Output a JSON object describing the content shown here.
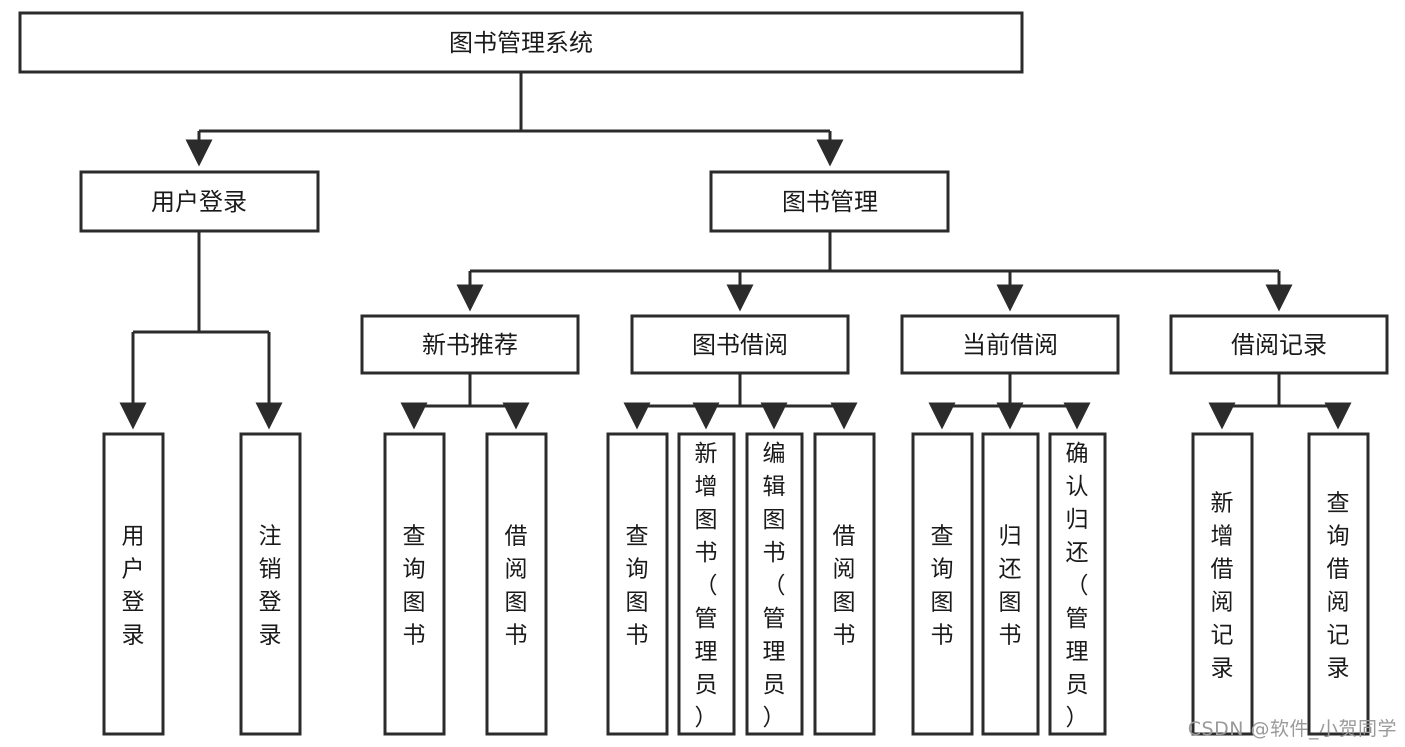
{
  "diagram": {
    "type": "tree-hierarchy",
    "title": "图书管理系统",
    "root": {
      "id": "root",
      "label": "图书管理系统",
      "orientation": "horizontal"
    },
    "level2": [
      {
        "id": "user-login",
        "label": "用户登录",
        "orientation": "horizontal"
      },
      {
        "id": "book-manage",
        "label": "图书管理",
        "orientation": "horizontal"
      }
    ],
    "level3": [
      {
        "id": "new-book-recommend",
        "label": "新书推荐",
        "orientation": "horizontal",
        "parent": "book-manage"
      },
      {
        "id": "book-borrow",
        "label": "图书借阅",
        "orientation": "horizontal",
        "parent": "book-manage"
      },
      {
        "id": "current-borrow",
        "label": "当前借阅",
        "orientation": "horizontal",
        "parent": "book-manage"
      },
      {
        "id": "borrow-record",
        "label": "借阅记录",
        "orientation": "horizontal",
        "parent": "book-manage"
      }
    ],
    "leaves": [
      {
        "id": "leaf-user-login",
        "label": "用户登录",
        "orientation": "vertical",
        "parent": "user-login"
      },
      {
        "id": "leaf-logout-login",
        "label": "注销登录",
        "orientation": "vertical",
        "parent": "user-login"
      },
      {
        "id": "leaf-query-book-1",
        "label": "查询图书",
        "orientation": "vertical",
        "parent": "new-book-recommend"
      },
      {
        "id": "leaf-borrow-book-1",
        "label": "借阅图书",
        "orientation": "vertical",
        "parent": "new-book-recommend"
      },
      {
        "id": "leaf-query-book-2",
        "label": "查询图书",
        "orientation": "vertical",
        "parent": "book-borrow"
      },
      {
        "id": "leaf-add-book",
        "label": "新增图书（管理员）",
        "orientation": "vertical",
        "parent": "book-borrow"
      },
      {
        "id": "leaf-edit-book",
        "label": "编辑图书（管理员）",
        "orientation": "vertical",
        "parent": "book-borrow"
      },
      {
        "id": "leaf-borrow-book-2",
        "label": "借阅图书",
        "orientation": "vertical",
        "parent": "book-borrow"
      },
      {
        "id": "leaf-query-book-3",
        "label": "查询图书",
        "orientation": "vertical",
        "parent": "current-borrow"
      },
      {
        "id": "leaf-return-book",
        "label": "归还图书",
        "orientation": "vertical",
        "parent": "current-borrow"
      },
      {
        "id": "leaf-confirm-return",
        "label": "确认归还（管理员）",
        "orientation": "vertical",
        "parent": "current-borrow"
      },
      {
        "id": "leaf-add-record",
        "label": "新增借阅记录",
        "orientation": "vertical",
        "parent": "borrow-record"
      },
      {
        "id": "leaf-query-record",
        "label": "查询借阅记录",
        "orientation": "vertical",
        "parent": "borrow-record"
      }
    ],
    "colors": {
      "stroke": "#2b2b2b",
      "fill": "#ffffff",
      "text": "#1a1a1a",
      "watermark": "#9a9a9a"
    }
  },
  "watermark": {
    "text": "CSDN @软件_小贺同学"
  }
}
